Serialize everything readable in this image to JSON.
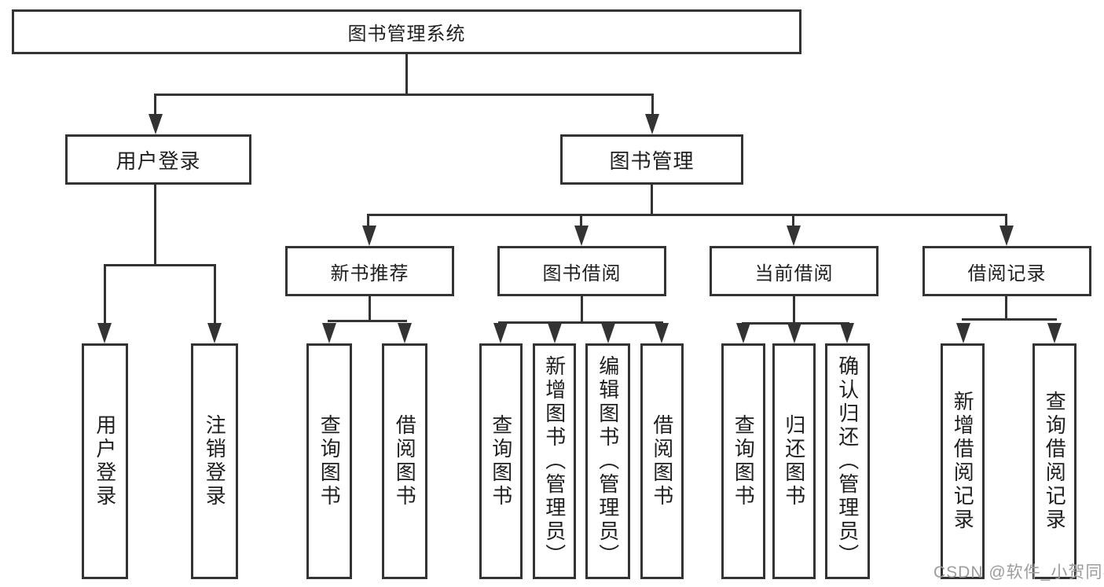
{
  "theme": {
    "line_color": "#333333",
    "text_color": "#1f1f1f",
    "watermark_color": "#9c9c9c",
    "background": "#ffffff"
  },
  "tree": {
    "root": {
      "label": "图书管理系统"
    },
    "user": {
      "label": "用户登录",
      "children": [
        {
          "label": "用户登录"
        },
        {
          "label": "注销登录"
        }
      ]
    },
    "mgmt": {
      "label": "图书管理",
      "children": [
        {
          "label": "新书推荐",
          "children": [
            {
              "label": "查询图书"
            },
            {
              "label": "借阅图书"
            }
          ]
        },
        {
          "label": "图书借阅",
          "children": [
            {
              "label": "查询图书"
            },
            {
              "label": "新增图书（管理员）"
            },
            {
              "label": "编辑图书（管理员）"
            },
            {
              "label": "借阅图书"
            }
          ]
        },
        {
          "label": "当前借阅",
          "children": [
            {
              "label": "查询图书"
            },
            {
              "label": "归还图书"
            },
            {
              "label": "确认归还（管理员）"
            }
          ]
        },
        {
          "label": "借阅记录",
          "children": [
            {
              "label": "新增借阅记录"
            },
            {
              "label": "查询借阅记录"
            }
          ]
        }
      ]
    }
  },
  "watermark": {
    "text": "CSDN @软件_小贺同学"
  }
}
